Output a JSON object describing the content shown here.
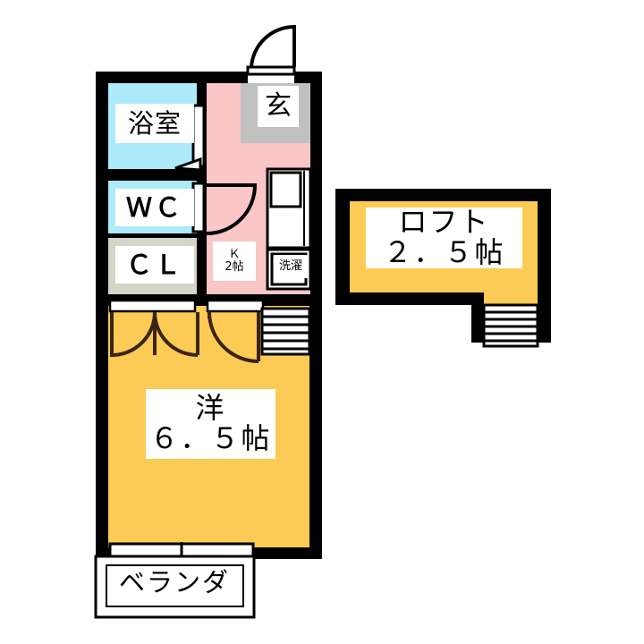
{
  "plan": {
    "title": "apartment-floor-plan",
    "colors": {
      "wall": "#000000",
      "pink": "#FBC6C6",
      "cyan": "#ADEAFA",
      "orange": "#FBCB55",
      "beige": "#D5D5C8",
      "gray": "#C0C0C0",
      "white": "#FFFFFF",
      "door_arc": "#3A2414"
    },
    "rooms": [
      {
        "id": "bathroom",
        "label": "浴室",
        "fill": "#ADEAFA"
      },
      {
        "id": "wc",
        "label": "ＷＣ",
        "fill": "#ADEAFA"
      },
      {
        "id": "closet",
        "label": "ＣＬ",
        "fill": "#D5D5C8"
      },
      {
        "id": "genkan",
        "label": "玄",
        "fill": "#C0C0C0"
      },
      {
        "id": "kitchen",
        "label_line1": "Ｋ",
        "label_line2": "2帖",
        "fill": "#FBC6C6"
      },
      {
        "id": "laundry",
        "label": "洗濯",
        "fill": "#FFFFFF"
      },
      {
        "id": "loft",
        "label_line1": "ロフト",
        "label_line2": "２．５帖",
        "fill": "#FBCB55"
      },
      {
        "id": "main-room",
        "label_line1": "洋",
        "label_line2": "６．５帖",
        "fill": "#FBCB55"
      },
      {
        "id": "veranda",
        "label": "ベランダ",
        "fill": "#FFFFFF"
      }
    ],
    "fixtures": [
      {
        "id": "kitchen-sink-unit",
        "label": ""
      },
      {
        "id": "washer-space",
        "label": "洗濯"
      },
      {
        "id": "loft-stairs",
        "label": ""
      },
      {
        "id": "room-stairs",
        "label": ""
      }
    ]
  }
}
